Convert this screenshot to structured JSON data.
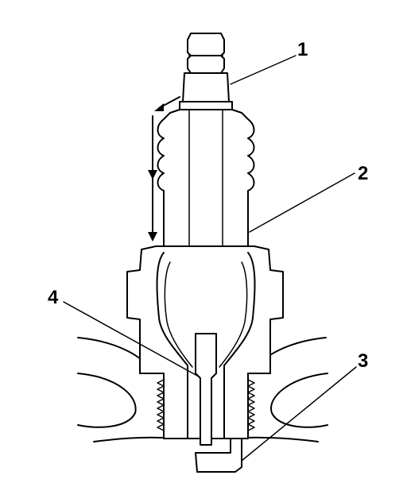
{
  "callouts": [
    {
      "label": "1"
    },
    {
      "label": "2"
    },
    {
      "label": "3"
    },
    {
      "label": "4"
    }
  ],
  "colors": {
    "ink": "#000000",
    "paper": "#ffffff"
  }
}
